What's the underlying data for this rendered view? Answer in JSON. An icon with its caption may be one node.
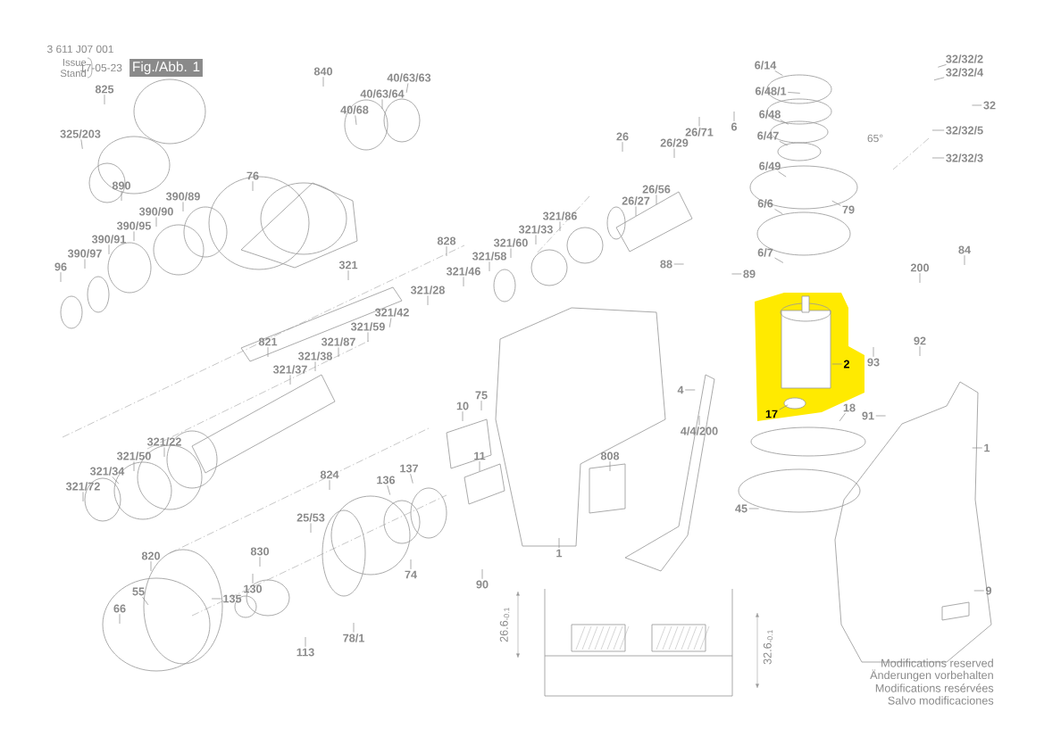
{
  "diagram": {
    "nodes": [
      {
        "text": [
          "825"
        ]
      },
      {
        "text": [
          "325/203"
        ]
      },
      {
        "text": [
          "840"
        ]
      },
      {
        "text": [
          "40/63/63"
        ]
      },
      {
        "text": [
          "40/63/64"
        ]
      },
      {
        "text": [
          "40/68"
        ]
      },
      {
        "text": [
          "76"
        ]
      },
      {
        "text": [
          "890"
        ]
      },
      {
        "text": [
          "390/89"
        ]
      },
      {
        "text": [
          "390/90"
        ]
      },
      {
        "text": [
          "390/95"
        ]
      },
      {
        "text": [
          "390/91"
        ]
      },
      {
        "text": [
          "390/97"
        ]
      },
      {
        "text": [
          "96"
        ]
      },
      {
        "text": [
          "26"
        ]
      },
      {
        "text": [
          "26/29"
        ]
      },
      {
        "text": [
          "26/71"
        ]
      },
      {
        "text": [
          "26/56"
        ]
      },
      {
        "text": [
          "26/27"
        ]
      },
      {
        "text": [
          "321/86"
        ]
      },
      {
        "text": [
          "321/33"
        ]
      },
      {
        "text": [
          "321/60"
        ]
      },
      {
        "text": [
          "828"
        ]
      },
      {
        "text": [
          "321/58"
        ]
      },
      {
        "text": [
          "321"
        ]
      },
      {
        "text": [
          "321/46"
        ]
      },
      {
        "text": [
          "321/28"
        ]
      },
      {
        "text": [
          "321/42"
        ]
      },
      {
        "text": [
          "321/59"
        ]
      },
      {
        "text": [
          "821"
        ]
      },
      {
        "text": [
          "321/87"
        ]
      },
      {
        "text": [
          "321/38"
        ]
      },
      {
        "text": [
          "321/37"
        ]
      },
      {
        "text": [
          "6/14"
        ]
      },
      {
        "text": [
          "6/48/1"
        ]
      },
      {
        "text": [
          "6"
        ]
      },
      {
        "text": [
          "6/48"
        ]
      },
      {
        "text": [
          "6/47"
        ]
      },
      {
        "text": [
          "6/49"
        ]
      },
      {
        "text": [
          "79"
        ]
      },
      {
        "text": [
          "6/6"
        ]
      },
      {
        "text": [
          "6/7"
        ]
      },
      {
        "text": [
          "88"
        ]
      },
      {
        "text": [
          "89"
        ]
      },
      {
        "text": [
          "32/32/2"
        ]
      },
      {
        "text": [
          "32/32/4"
        ]
      },
      {
        "text": [
          "32"
        ]
      },
      {
        "text": [
          "32/32/5"
        ]
      },
      {
        "text": [
          "32/32/3"
        ]
      },
      {
        "text": [
          "84"
        ]
      },
      {
        "text": [
          "200"
        ]
      },
      {
        "text": [
          "92"
        ]
      },
      {
        "text": [
          "93"
        ]
      },
      {
        "text": [
          "2"
        ]
      },
      {
        "text": [
          "4"
        ]
      },
      {
        "text": [
          "17"
        ]
      },
      {
        "text": [
          "18"
        ]
      },
      {
        "text": [
          "91"
        ]
      },
      {
        "text": [
          "4/4/200"
        ]
      },
      {
        "text": [
          "1"
        ]
      },
      {
        "text": [
          "75"
        ]
      },
      {
        "text": [
          "10"
        ]
      },
      {
        "text": [
          "11"
        ]
      },
      {
        "text": [
          "808"
        ]
      },
      {
        "text": [
          "45"
        ]
      },
      {
        "text": [
          "321/22"
        ]
      },
      {
        "text": [
          "321/50"
        ]
      },
      {
        "text": [
          "321/34"
        ]
      },
      {
        "text": [
          "321/72"
        ]
      },
      {
        "text": [
          "824"
        ]
      },
      {
        "text": [
          "137"
        ]
      },
      {
        "text": [
          "136"
        ]
      },
      {
        "text": [
          "1"
        ]
      },
      {
        "text": [
          "25/53"
        ]
      },
      {
        "text": [
          "830"
        ]
      },
      {
        "text": [
          "820"
        ]
      },
      {
        "text": [
          "74"
        ]
      },
      {
        "text": [
          "90"
        ]
      },
      {
        "text": [
          "130"
        ]
      },
      {
        "text": [
          "55"
        ]
      },
      {
        "text": [
          "135"
        ]
      },
      {
        "text": [
          "66"
        ]
      },
      {
        "text": [
          "9"
        ]
      },
      {
        "text": [
          "78/1"
        ]
      },
      {
        "text": [
          "113"
        ]
      }
    ],
    "edges": [
      {
        "from": 0,
        "to": null,
        "arrow": "none"
      },
      {
        "from": 1,
        "to": null,
        "arrow": "none"
      },
      {
        "from": 2,
        "to": null,
        "arrow": "none"
      },
      {
        "from": 3,
        "to": null,
        "arrow": "none"
      },
      {
        "from": 4,
        "to": null,
        "arrow": "none"
      },
      {
        "from": 5,
        "to": null,
        "arrow": "none"
      },
      {
        "from": 6,
        "to": null,
        "arrow": "none"
      },
      {
        "from": 7,
        "to": null,
        "arrow": "none"
      },
      {
        "from": 8,
        "to": null,
        "arrow": "none"
      },
      {
        "from": 9,
        "to": null,
        "arrow": "none"
      },
      {
        "from": 10,
        "to": null,
        "arrow": "none"
      },
      {
        "from": 11,
        "to": null,
        "arrow": "none"
      },
      {
        "from": 12,
        "to": null,
        "arrow": "none"
      },
      {
        "from": 13,
        "to": null,
        "arrow": "none"
      },
      {
        "from": 14,
        "to": null,
        "arrow": "none"
      },
      {
        "from": 15,
        "to": null,
        "arrow": "none"
      },
      {
        "from": 16,
        "to": null,
        "arrow": "none"
      },
      {
        "from": 17,
        "to": null,
        "arrow": "none"
      },
      {
        "from": 18,
        "to": null,
        "arrow": "none"
      },
      {
        "from": 19,
        "to": null,
        "arrow": "none"
      },
      {
        "from": 20,
        "to": null,
        "arrow": "none"
      },
      {
        "from": 21,
        "to": null,
        "arrow": "none"
      },
      {
        "from": 22,
        "to": null,
        "arrow": "none"
      },
      {
        "from": 23,
        "to": null,
        "arrow": "none"
      },
      {
        "from": 24,
        "to": null,
        "arrow": "none"
      },
      {
        "from": 25,
        "to": null,
        "arrow": "none"
      },
      {
        "from": 26,
        "to": null,
        "arrow": "none"
      },
      {
        "from": 27,
        "to": null,
        "arrow": "none"
      },
      {
        "from": 28,
        "to": null,
        "arrow": "none"
      },
      {
        "from": 29,
        "to": null,
        "arrow": "none"
      },
      {
        "from": 30,
        "to": null,
        "arrow": "none"
      },
      {
        "from": 31,
        "to": null,
        "arrow": "none"
      },
      {
        "from": 32,
        "to": null,
        "arrow": "none"
      },
      {
        "from": 33,
        "to": null,
        "arrow": "none"
      },
      {
        "from": 34,
        "to": null,
        "arrow": "none"
      },
      {
        "from": 35,
        "to": null,
        "arrow": "none"
      },
      {
        "from": 36,
        "to": null,
        "arrow": "none"
      },
      {
        "from": 37,
        "to": null,
        "arrow": "none"
      },
      {
        "from": 38,
        "to": null,
        "arrow": "none"
      },
      {
        "from": 39,
        "to": null,
        "arrow": "none"
      },
      {
        "from": 40,
        "to": null,
        "arrow": "none"
      },
      {
        "from": 41,
        "to": null,
        "arrow": "none"
      },
      {
        "from": 42,
        "to": null,
        "arrow": "none"
      },
      {
        "from": 43,
        "to": null,
        "arrow": "none"
      },
      {
        "from": 44,
        "to": null,
        "arrow": "none"
      },
      {
        "from": 45,
        "to": null,
        "arrow": "none"
      },
      {
        "from": 46,
        "to": null,
        "arrow": "none"
      },
      {
        "from": 47,
        "to": null,
        "arrow": "none"
      },
      {
        "from": 48,
        "to": null,
        "arrow": "none"
      },
      {
        "from": 49,
        "to": null,
        "arrow": "none"
      },
      {
        "from": 50,
        "to": null,
        "arrow": "none"
      },
      {
        "from": 51,
        "to": null,
        "arrow": "none"
      },
      {
        "from": 52,
        "to": null,
        "arrow": "none"
      },
      {
        "from": 53,
        "to": null,
        "arrow": "none"
      },
      {
        "from": 54,
        "to": null,
        "arrow": "none"
      },
      {
        "from": 55,
        "to": null,
        "arrow": "none"
      },
      {
        "from": 56,
        "to": null,
        "arrow": "none"
      },
      {
        "from": 57,
        "to": null,
        "arrow": "none"
      },
      {
        "from": 58,
        "to": null,
        "arrow": "none"
      },
      {
        "from": 59,
        "to": null,
        "arrow": "none"
      },
      {
        "from": 60,
        "to": null,
        "arrow": "none"
      },
      {
        "from": 61,
        "to": null,
        "arrow": "none"
      },
      {
        "from": 62,
        "to": null,
        "arrow": "none"
      },
      {
        "from": 63,
        "to": null,
        "arrow": "none"
      },
      {
        "from": 64,
        "to": null,
        "arrow": "none"
      },
      {
        "from": 65,
        "to": null,
        "arrow": "none"
      },
      {
        "from": 66,
        "to": null,
        "arrow": "none"
      },
      {
        "from": 67,
        "to": null,
        "arrow": "none"
      },
      {
        "from": 68,
        "to": null,
        "arrow": "none"
      },
      {
        "from": 69,
        "to": null,
        "arrow": "none"
      },
      {
        "from": 70,
        "to": null,
        "arrow": "none"
      },
      {
        "from": 71,
        "to": null,
        "arrow": "none"
      },
      {
        "from": 72,
        "to": null,
        "arrow": "none"
      },
      {
        "from": 73,
        "to": null,
        "arrow": "none"
      },
      {
        "from": 74,
        "to": null,
        "arrow": "none"
      },
      {
        "from": 75,
        "to": null,
        "arrow": "none"
      },
      {
        "from": 76,
        "to": null,
        "arrow": "none"
      },
      {
        "from": 77,
        "to": null,
        "arrow": "none"
      },
      {
        "from": 78,
        "to": null,
        "arrow": "none"
      },
      {
        "from": 79,
        "to": null,
        "arrow": "none"
      },
      {
        "from": 80,
        "to": null,
        "arrow": "none"
      },
      {
        "from": 81,
        "to": null,
        "arrow": "none"
      },
      {
        "from": 82,
        "to": null,
        "arrow": "none"
      },
      {
        "from": 83,
        "to": null,
        "arrow": "none"
      },
      {
        "from": 84,
        "to": null,
        "arrow": "none"
      }
    ],
    "labels": [
      "3 611 J07 001",
      "Issue",
      "Stand",
      "17-05-23",
      "Fig./Abb. 1",
      "65°",
      "26.6$_{-0.1}$",
      "32.6$_{-0.1}$",
      "Modifications reserved",
      "Änderungen vorbehalten",
      "Modifications resérvées",
      "Salvo modificaciones"
    ]
  }
}
